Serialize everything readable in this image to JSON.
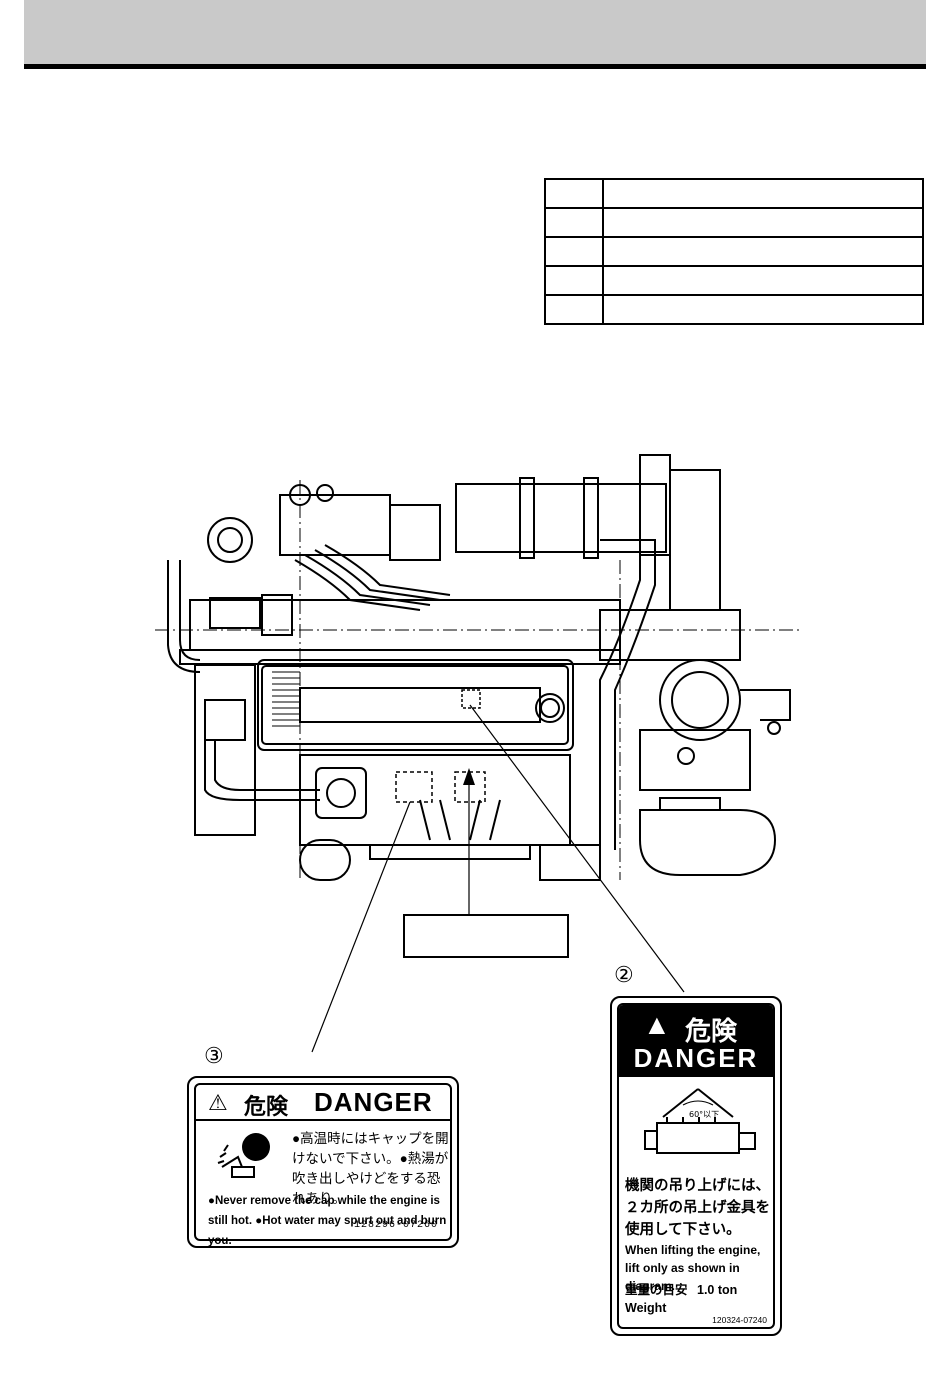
{
  "label3": {
    "number": "③",
    "title_jp": "危険",
    "title_en": "DANGER",
    "text_jp": "●高温時にはキャップを開けないで下さい。●熱湯が吹き出しやけどをする恐れあり。",
    "text_en": "●Never remove the cap while the engine is still hot.  ●Hot water may spurt out and burn you.",
    "code": "128296-07260"
  },
  "label2": {
    "number": "②",
    "title_jp": "危険",
    "title_en": "DANGER",
    "angle_note": "60°以下",
    "text_jp": "機関の吊り上げには、２カ所の吊上げ金具を使用して下さい。",
    "text_en": "When lifting the engine, lift only as shown in diagram.",
    "weight_jp": "重量の目安",
    "weight_value": "1.0 ton",
    "weight_en": "Weight",
    "code": "120324-07240"
  }
}
